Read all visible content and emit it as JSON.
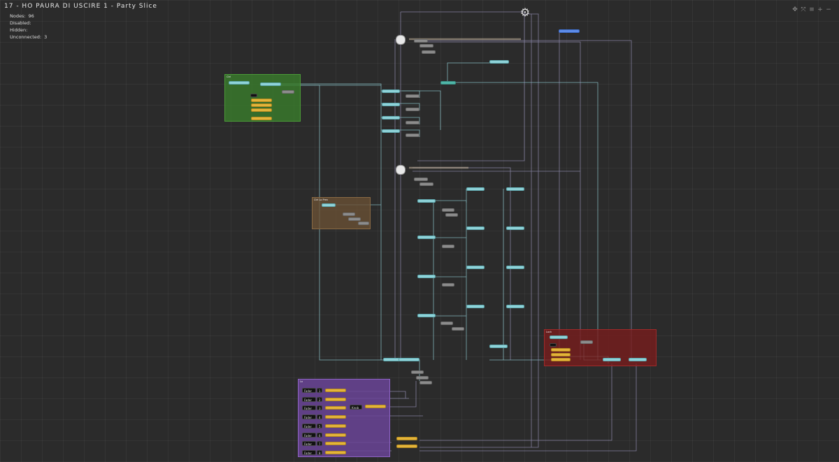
{
  "header": {
    "title": "17 - HO PAURA DI USCIRE 1 - Party Slice"
  },
  "stats": [
    {
      "label": "Nodes:",
      "value": "96"
    },
    {
      "label": "Disabled:",
      "value": ""
    },
    {
      "label": "Hidden:",
      "value": ""
    },
    {
      "label": "Unconnected:",
      "value": "3"
    }
  ],
  "toolbar": [
    "fit-icon",
    "expand-icon",
    "align-icon",
    "zoom-in-icon",
    "zoom-out-icon"
  ],
  "colors": {
    "background": "#2b2b2b",
    "green_group": "#3a7f2b",
    "orange_group": "#6a5134",
    "red_group": "#7a1c1c",
    "purple_group": "#6a4496",
    "wire_cyan": "#8fc9cf",
    "wire_lavender": "#a7a3cf"
  },
  "groups": {
    "purple": {
      "fader_label": "Fader",
      "fader_numbers": [
        "1",
        "2",
        "3",
        "4",
        "5",
        "6",
        "7",
        "8"
      ],
      "knob_label": "Knob"
    }
  }
}
